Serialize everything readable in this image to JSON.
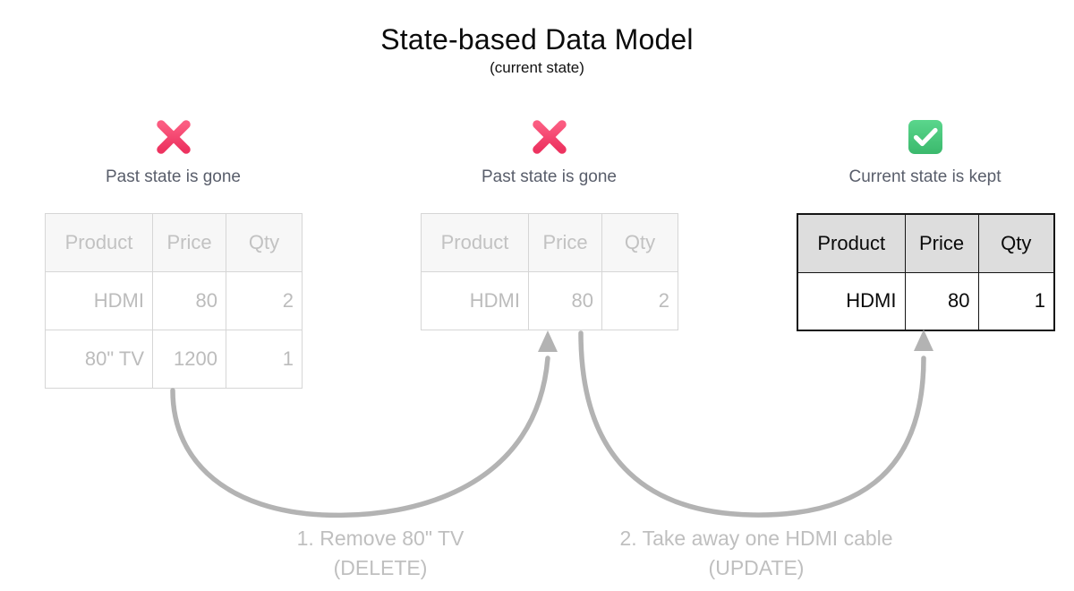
{
  "header": {
    "title": "State-based Data Model",
    "subtitle": "(current state)"
  },
  "columns": [
    "Product",
    "Price",
    "Qty"
  ],
  "panels": [
    {
      "id": "past-state-1",
      "icon": "cross-mark-icon",
      "label": "Past state is gone",
      "state": "faded",
      "rows": [
        [
          "HDMI",
          "80",
          "2"
        ],
        [
          "80\" TV",
          "1200",
          "1"
        ]
      ]
    },
    {
      "id": "past-state-2",
      "icon": "cross-mark-icon",
      "label": "Past state is gone",
      "state": "faded",
      "rows": [
        [
          "HDMI",
          "80",
          "2"
        ]
      ]
    },
    {
      "id": "current-state",
      "icon": "check-mark-icon",
      "label": "Current state is kept",
      "state": "active",
      "rows": [
        [
          "HDMI",
          "80",
          "1"
        ]
      ]
    }
  ],
  "captions": [
    {
      "id": "delete-caption",
      "line1": "1. Remove 80\" TV",
      "line2": "(DELETE)"
    },
    {
      "id": "update-caption",
      "line1": "2. Take away one HDMI cable",
      "line2": "(UPDATE)"
    }
  ],
  "colors": {
    "cross": "#f5456d",
    "check_box": "#4ac77d",
    "check_glyph": "#ffffff",
    "faded_text": "#bcbcbc",
    "faded_border": "#d6d6d6",
    "faded_header_bg": "#f7f7f7",
    "active_text": "#0a0a0a",
    "active_border": "#151515",
    "active_header_bg": "#dddddd",
    "label_text": "#595e6b",
    "arrow": "#b3b3b3",
    "caption_text": "#bfbfbf",
    "title_text": "#0b0b0b",
    "background": "#ffffff"
  }
}
